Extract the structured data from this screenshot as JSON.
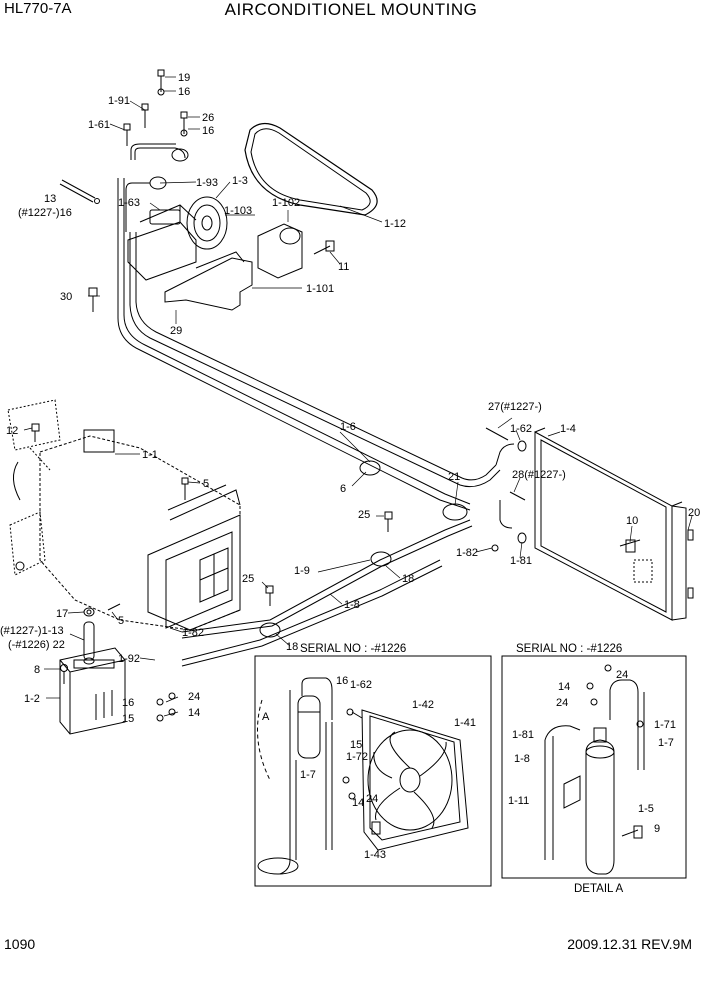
{
  "header": {
    "model": "HL770-7A",
    "title": "AIRCONDITIONEL MOUNTING"
  },
  "footer": {
    "page_number": "1090",
    "revision": "2009.12.31  REV.9M"
  },
  "panels": {
    "left": {
      "caption": "SERIAL NO : -#1226",
      "marker": "A"
    },
    "right": {
      "caption": "SERIAL NO : -#1226",
      "detail": "DETAIL A"
    }
  },
  "callouts": {
    "c19": "19",
    "c16a": "16",
    "c191": "1-91",
    "c26": "26",
    "c16b": "16",
    "c161": "1-61",
    "c13": "13",
    "c1227_16": "(#1227-)16",
    "c193": "1-93",
    "c13b": "1-3",
    "c163": "1-63",
    "c1103": "1-103",
    "c1102": "1-102",
    "c112": "1-12",
    "c11": "11",
    "c30": "30",
    "c1101": "1-101",
    "c29": "29",
    "c12": "12",
    "c11b": "1-1",
    "c5a": "5",
    "c16c": "1-6",
    "c6": "6",
    "c27": "27(#1227-)",
    "c162": "1-62",
    "c14": "1-4",
    "c21": "21",
    "c28": "28(#1227-)",
    "c25a": "25",
    "c10": "10",
    "c20": "20",
    "c182": "1-82",
    "c181": "1-81",
    "c19b": "1-9",
    "c18a": "18",
    "c25b": "25",
    "c18b": "1-8",
    "c17": "17",
    "c5b": "5",
    "c1227_113": "(#1227-)1-13",
    "c1226_22": "(-#1226) 22",
    "c182b": "1-82",
    "c18c": "18",
    "c8": "8",
    "c192": "1-92",
    "c12b": "1-2",
    "c16d": "16",
    "c24a": "24",
    "c15a": "15",
    "c14a": "14",
    "p_16": "16",
    "p_162": "1-62",
    "p_15": "15",
    "p_142": "1-42",
    "p_141": "1-41",
    "p_172": "1-72",
    "p_14": "14",
    "p_24": "24",
    "p_17": "1-7",
    "p_143": "1-43",
    "d_14": "14",
    "d_24a": "24",
    "d_24b": "24",
    "d_181": "1-81",
    "d_171": "1-71",
    "d_18": "1-8",
    "d_17": "1-7",
    "d_111": "1-11",
    "d_15": "1-5",
    "d_9": "9"
  }
}
